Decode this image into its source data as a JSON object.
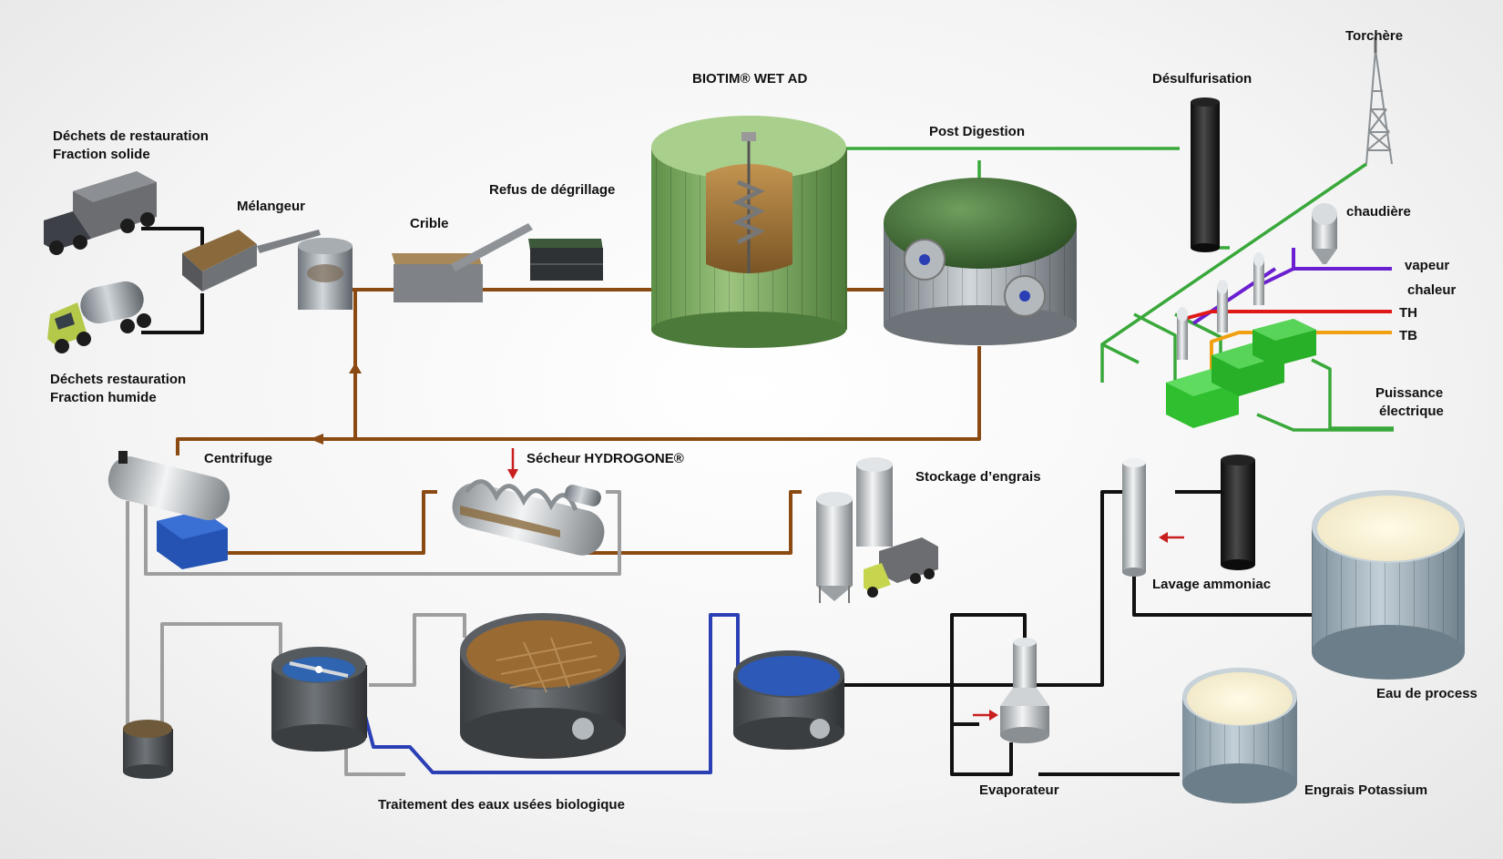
{
  "labels": {
    "dechets_solide_1": "Déchets de restauration",
    "dechets_solide_2": "Fraction solide",
    "dechets_humide_1": "Déchets restauration",
    "dechets_humide_2": "Fraction humide",
    "melangeur": "Mélangeur",
    "crible": "Crible",
    "refus": "Refus de dégrillage",
    "biotim": "BIOTIM® WET AD",
    "post_digestion": "Post Digestion",
    "desulfurisation": "Désulfurisation",
    "torchere": "Torchère",
    "chaudiere": "chaudière",
    "vapeur": "vapeur",
    "chaleur": "chaleur",
    "th": "TH",
    "tb": "TB",
    "puissance_1": "Puissance",
    "puissance_2": "électrique",
    "centrifuge": "Centrifuge",
    "secheur": "Sécheur HYDROGONE®",
    "stockage": "Stockage d’engrais",
    "lavage": "Lavage ammoniac",
    "eau_process": "Eau de process",
    "traitement": "Traitement des eaux usées biologique",
    "evaporateur": "Evaporateur",
    "engrais_potassium": "Engrais Potassium"
  },
  "colors": {
    "sludge_pipe": "#8a4a12",
    "gas_pipe": "#39a83a",
    "water_pipe": "#9e9e9e",
    "clean_water_pipe": "#2b3fb5",
    "black_pipe": "#111111",
    "vapeur": "#6a1fd0",
    "th": "#e01818",
    "tb": "#f0a010",
    "digester": "#7fae62",
    "tank_metal": "#9aa2a8",
    "engine_block": "#2fbf2f"
  }
}
